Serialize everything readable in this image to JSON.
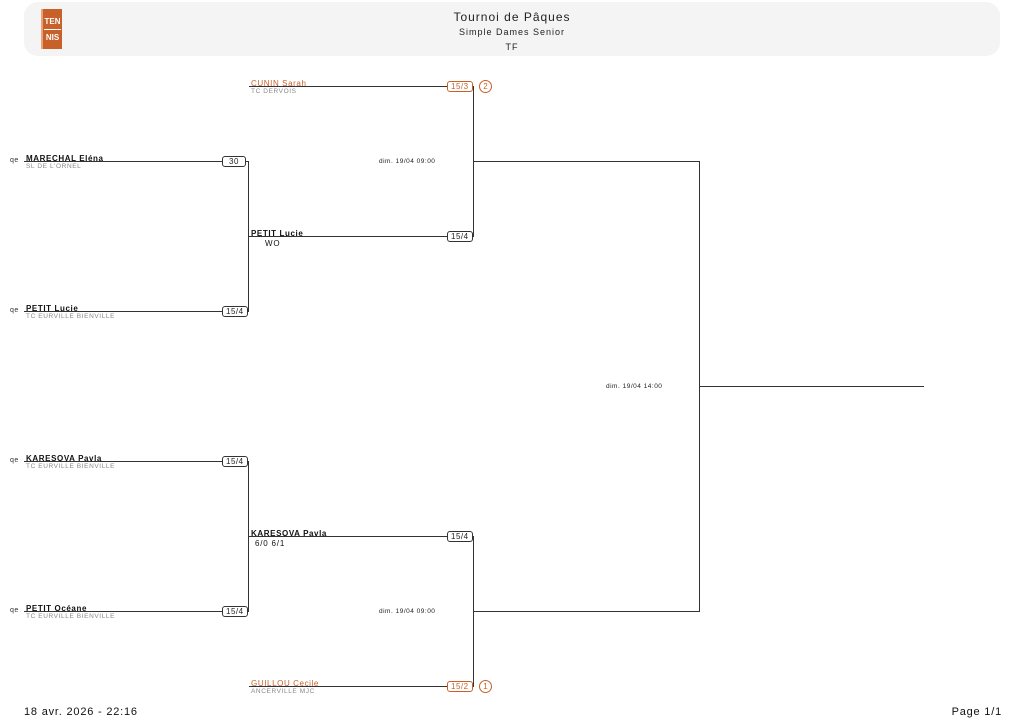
{
  "header": {
    "logo_line1": "TEN",
    "logo_line2": "NIS",
    "title": "Tournoi de Pâques",
    "subtitle": "Simple Dames Senior",
    "table_label": "TF"
  },
  "round1": {
    "qe_label": "qe",
    "p1": {
      "name": "MARECHAL Eléna",
      "club": "SL DE L'ORNEL",
      "ranking": "30"
    },
    "p2": {
      "name": "PETIT Lucie",
      "club": "TC EURVILLE BIENVILLE",
      "ranking": "15/4"
    },
    "p3": {
      "name": "KARESOVA Pavla",
      "club": "TC EURVILLE BIENVILLE",
      "ranking": "15/4"
    },
    "p4": {
      "name": "PETIT Océane",
      "club": "TC EURVILLE BIENVILLE",
      "ranking": "15/4"
    }
  },
  "round2": {
    "w1": {
      "name": "PETIT Lucie",
      "result": "WO",
      "ranking": "15/4"
    },
    "w2": {
      "name": "KARESOVA Pavla",
      "result": "6/0 6/1",
      "ranking": "15/4"
    },
    "seed_top": {
      "name": "CUNIN Sarah",
      "club": "TC DERVOIS",
      "ranking": "15/3",
      "seed": "2"
    },
    "seed_bottom": {
      "name": "GUILLOU Cecile",
      "club": "ANCERVILLE MJC",
      "ranking": "15/2",
      "seed": "1"
    }
  },
  "schedule": {
    "sf_top": "dim. 19/04 09:00",
    "sf_bottom": "dim. 19/04 09:00",
    "final": "dim. 19/04 14:00"
  },
  "footer": {
    "printed_at": "18 avr. 2026 - 22:16",
    "page": "Page 1/1"
  },
  "colors": {
    "accent": "#c8602a",
    "line": "#333333",
    "header_bg": "#f4f4f4"
  }
}
